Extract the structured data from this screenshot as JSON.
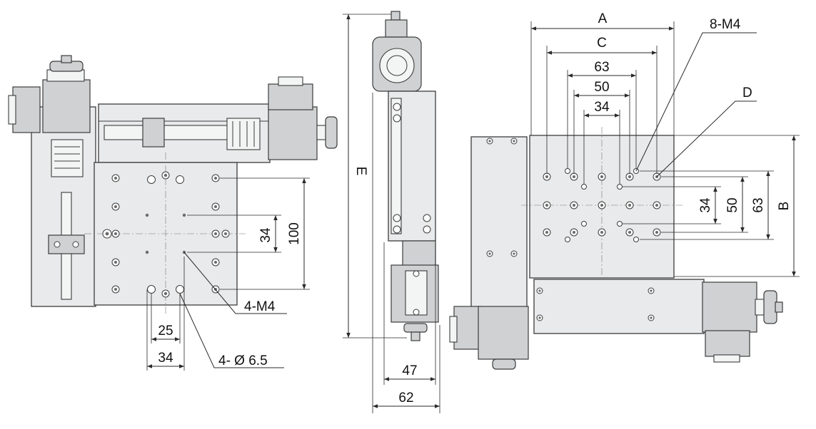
{
  "drawing": {
    "front_view": {
      "dim_34_horizontal": "34",
      "dim_25": "25",
      "dim_34_vertical": "34",
      "dim_100": "100",
      "callout_tapped": "4-M4",
      "callout_through": "4- Ø 6.5"
    },
    "side_view": {
      "dim_E": "E",
      "dim_47": "47",
      "dim_62": "62"
    },
    "top_view": {
      "dim_A": "A",
      "dim_C": "C",
      "dim_63_h": "63",
      "dim_50_h": "50",
      "dim_34_h": "34",
      "dim_34_v": "34",
      "dim_50_v": "50",
      "dim_63_v": "63",
      "dim_B": "B",
      "callout_8m4": "8-M4",
      "callout_D": "D"
    }
  }
}
